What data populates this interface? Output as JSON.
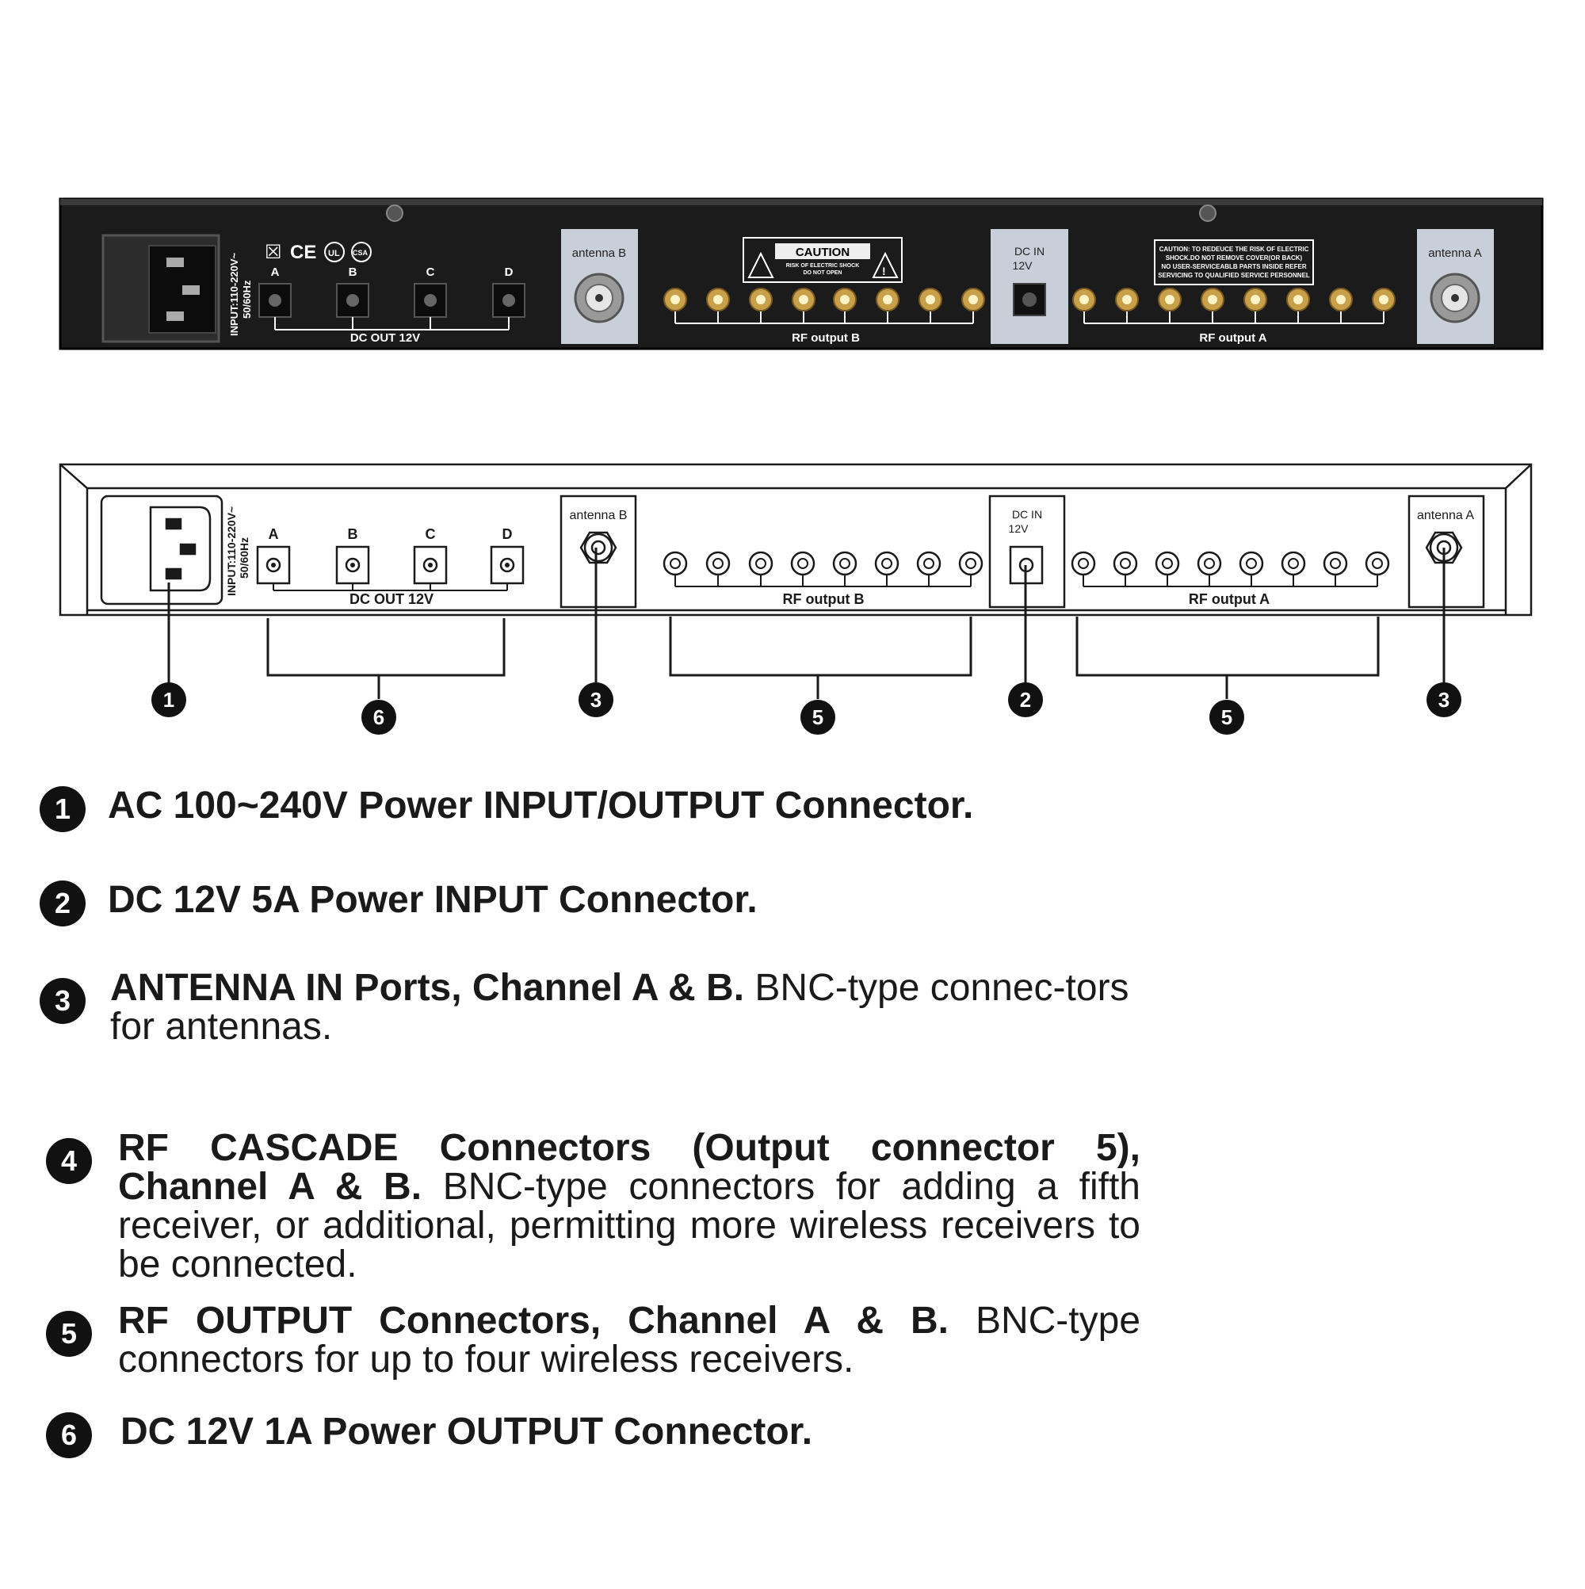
{
  "photo": {
    "input_label_1": "INPUT:110-220V~",
    "input_label_2": "50/60Hz",
    "dc_out_ports": [
      "A",
      "B",
      "C",
      "D"
    ],
    "dc_out_label": "DC OUT 12V",
    "antenna_b_label": "antenna B",
    "antenna_a_label": "antenna A",
    "caution_title": "CAUTION",
    "caution_line_1": "RISK OF ELECTRIC SHOCK",
    "caution_line_2": "DO NOT OPEN",
    "dc_in_label_1": "DC IN",
    "dc_in_label_2": "12V",
    "caution2_line_1": "CAUTION: TO REDEUCE THE RISK OF ELECTRIC",
    "caution2_line_2": "SHOCK.DO NOT REMOVE COVER(OR BACK)",
    "caution2_line_3": "NO USER-SERVICEABLB PARTS INSIDE REFER",
    "caution2_line_4": "SERVICING TO QUALIFIED SERVICE PERSONNEL",
    "rf_b_label": "RF output B",
    "rf_a_label": "RF output A",
    "cert_marks": [
      "CE",
      "UL",
      "CSA"
    ]
  },
  "drawing": {
    "input_label_1": "INPUT:110-220V~",
    "input_label_2": "50/60Hz",
    "dc_out_ports": [
      "A",
      "B",
      "C",
      "D"
    ],
    "dc_out_label": "DC OUT 12V",
    "antenna_b_label": "antenna B",
    "antenna_a_label": "antenna A",
    "dc_in_label_1": "DC IN",
    "dc_in_label_2": "12V",
    "rf_b_label": "RF output B",
    "rf_a_label": "RF output A",
    "callouts": [
      "1",
      "6",
      "3",
      "5",
      "2",
      "5",
      "3"
    ]
  },
  "legend": [
    {
      "num": "1",
      "bold": "AC 100~240V  Power INPUT/OUTPUT Connector.",
      "rest": ""
    },
    {
      "num": "2",
      "bold": "DC 12V 5A  Power INPUT Connector.",
      "rest": ""
    },
    {
      "num": "3",
      "bold": "ANTENNA IN Ports, Channel A & B.",
      "rest": " BNC-type connec-tors for antennas."
    },
    {
      "num": "4",
      "bold": "RF CASCADE Connectors (Output connector 5), Channel A & B.",
      "rest": " BNC-type connectors for adding a fifth receiver, or additional, permitting more wireless receivers to be connected."
    },
    {
      "num": "5",
      "bold": "RF OUTPUT Connectors, Channel A & B.",
      "rest": " BNC-type connectors for up to four wireless receivers."
    },
    {
      "num": "6",
      "bold": "DC 12V 1A  Power OUTPUT Connector.",
      "rest": ""
    }
  ]
}
